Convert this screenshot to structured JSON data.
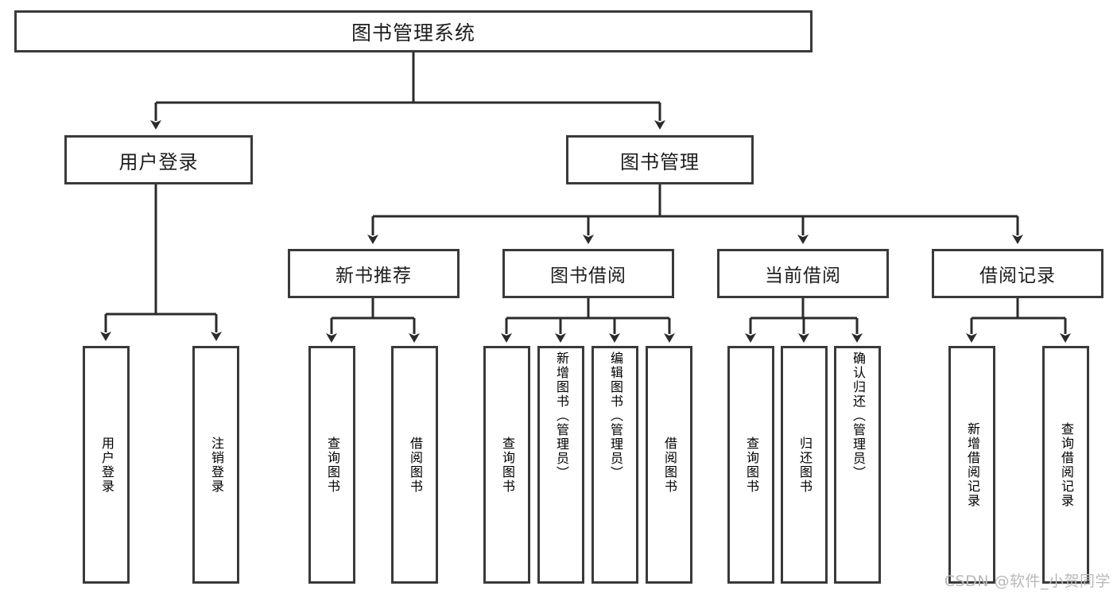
{
  "diagram": {
    "type": "tree-hierarchy",
    "title": "图书管理系统",
    "root": {
      "label": "图书管理系统"
    },
    "level2": [
      {
        "label": "用户登录"
      },
      {
        "label": "图书管理"
      }
    ],
    "level3": [
      {
        "label": "新书推荐"
      },
      {
        "label": "图书借阅"
      },
      {
        "label": "当前借阅"
      },
      {
        "label": "借阅记录"
      }
    ],
    "leaves": {
      "user_login": [
        {
          "label": "用户登录"
        },
        {
          "label": "注销登录"
        }
      ],
      "new_book_recommend": [
        {
          "label": "查询图书"
        },
        {
          "label": "借阅图书"
        }
      ],
      "book_borrow": [
        {
          "label": "查询图书"
        },
        {
          "label": "新增图书（管理员）"
        },
        {
          "label": "编辑图书（管理员）"
        },
        {
          "label": "借阅图书"
        }
      ],
      "current_borrow": [
        {
          "label": "查询图书"
        },
        {
          "label": "归还图书"
        },
        {
          "label": "确认归还（管理员）"
        }
      ],
      "borrow_records": [
        {
          "label": "新增借阅记录"
        },
        {
          "label": "查询借阅记录"
        }
      ]
    }
  },
  "watermark": {
    "text": "CSDN @软件_小贺同学"
  },
  "colors": {
    "box_border": "#3a3a3a",
    "box_fill": "#ffffff",
    "text": "#1d1d1d",
    "connector": "#2b2b2b",
    "watermark": "#b9b9b9"
  }
}
